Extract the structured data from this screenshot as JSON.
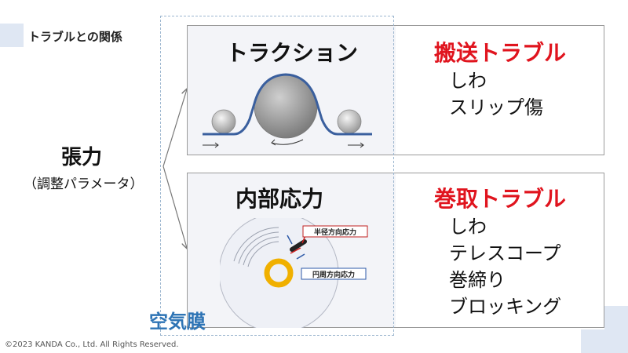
{
  "header": {
    "title": "トラブルとの関係"
  },
  "left": {
    "tension": "張力",
    "tension_sub": "（調整パラメータ）"
  },
  "traction": {
    "title": "トラクション",
    "trouble_title": "搬送トラブル",
    "items": [
      "しわ",
      "スリップ傷"
    ]
  },
  "stress": {
    "title": "内部応力",
    "trouble_title": "巻取トラブル",
    "items": [
      "しわ",
      "テレスコープ",
      "巻締り",
      "ブロッキング"
    ],
    "radial_label": "半径方向応力",
    "circumferential_label": "円周方向応力"
  },
  "airfilm": "空気膜",
  "footer": {
    "copyright": "©2023 KANDA Co., Ltd. All Rights Reserved."
  },
  "colors": {
    "accent_red": "#e0141e",
    "accent_blue": "#2e74b5",
    "corner": "#dfe7f3"
  }
}
